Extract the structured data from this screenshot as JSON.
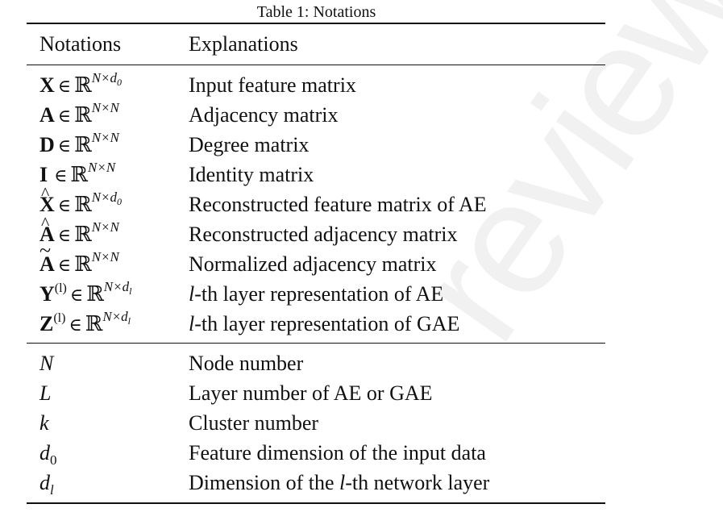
{
  "caption": "Table 1: Notations",
  "watermark": "review",
  "header": {
    "col1": "Notations",
    "col2": "Explanations"
  },
  "matrix_rows": [
    {
      "symbol": "X",
      "accent": "",
      "sup": "",
      "in": "∈",
      "set": "ℝ",
      "dims": "N×d0",
      "explanation": "Input feature matrix"
    },
    {
      "symbol": "A",
      "accent": "",
      "sup": "",
      "in": "∈",
      "set": "ℝ",
      "dims": "N×N",
      "explanation": "Adjacency matrix"
    },
    {
      "symbol": "D",
      "accent": "",
      "sup": "",
      "in": "∈",
      "set": "ℝ",
      "dims": "N×N",
      "explanation": "Degree matrix"
    },
    {
      "symbol": "I",
      "accent": "",
      "sup": "",
      "in": "∈",
      "set": "ℝ",
      "dims": "N×N",
      "explanation": "Identity matrix"
    },
    {
      "symbol": "X",
      "accent": "^",
      "sup": "",
      "in": "∈",
      "set": "ℝ",
      "dims": "N×d0",
      "explanation": "Reconstructed feature matrix of AE"
    },
    {
      "symbol": "A",
      "accent": "^",
      "sup": "",
      "in": "∈",
      "set": "ℝ",
      "dims": "N×N",
      "explanation": "Reconstructed adjacency matrix"
    },
    {
      "symbol": "A",
      "accent": "~",
      "sup": "",
      "in": "∈",
      "set": "ℝ",
      "dims": "N×N",
      "explanation": "Normalized adjacency matrix"
    },
    {
      "symbol": "Y",
      "accent": "",
      "sup": "(l)",
      "in": "∈",
      "set": "ℝ",
      "dims": "N×dl",
      "explanation_pre": "l",
      "explanation": "-th layer representation of AE"
    },
    {
      "symbol": "Z",
      "accent": "",
      "sup": "(l)",
      "in": "∈",
      "set": "ℝ",
      "dims": "N×dl",
      "explanation_pre": "l",
      "explanation": "-th layer representation of GAE"
    }
  ],
  "scalar_rows": [
    {
      "symbol": "N",
      "sub": "",
      "explanation": "Node number"
    },
    {
      "symbol": "L",
      "sub": "",
      "explanation": "Layer number of AE or GAE"
    },
    {
      "symbol": "k",
      "sub": "",
      "explanation": "Cluster number"
    },
    {
      "symbol": "d",
      "sub": "0",
      "explanation": "Feature dimension of the input data"
    },
    {
      "symbol": "d",
      "sub": "l",
      "explanation": "Dimension of the ",
      "explanation_it": "l",
      "explanation_post": "-th network layer"
    }
  ]
}
